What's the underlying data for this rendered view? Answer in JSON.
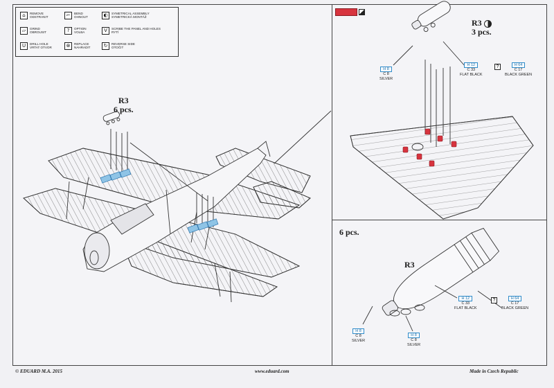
{
  "legend": {
    "items": [
      {
        "icon": "⌂",
        "line1": "REMOVE",
        "line2": "ODSTRANIT"
      },
      {
        "icon": "⌐",
        "line1": "BEND",
        "line2": "OHNOUT"
      },
      {
        "icon": "◐",
        "line1": "SYMETRICAL ASSEMBLY",
        "line2": "SYMETRICKÁ MONTÁŽ"
      },
      {
        "icon": "▱",
        "line1": "GRIND",
        "line2": "OBROUSIT"
      },
      {
        "icon": "?",
        "line1": "OPTION",
        "line2": "VOLBA"
      },
      {
        "icon": "V",
        "line1": "SCRIBE THE PANEL AND HOLES",
        "line2": "RYTÍ"
      },
      {
        "icon": "U",
        "line1": "DRILL HOLE",
        "line2": "VRTAT OTVOR"
      },
      {
        "icon": "⊗",
        "line1": "REPLACE",
        "line2": "NAHRADIT"
      },
      {
        "icon": "↻",
        "line1": "REVERSE SIDE",
        "line2": "OTOČIT"
      }
    ]
  },
  "left": {
    "part": "R3",
    "count": "6 pcs."
  },
  "top_right": {
    "part": "R3",
    "count": "3 pcs.",
    "paints": [
      {
        "code1": "H 8",
        "code2": "C 8",
        "name": "SILVER"
      },
      {
        "code1": "H 12",
        "code2": "C 33",
        "name": "FLAT BLACK"
      },
      {
        "code1": "H 64",
        "code2": "C 17",
        "name": "BLACK GREEN"
      }
    ],
    "option_mark": "?"
  },
  "bottom_right": {
    "count": "6 pcs.",
    "part": "R3",
    "paints": [
      {
        "code1": "H 8",
        "code2": "C 8",
        "name": "SILVER"
      },
      {
        "code1": "H 8",
        "code2": "C 8",
        "name": "SILVER"
      },
      {
        "code1": "H 12",
        "code2": "C 33",
        "name": "FLAT BLACK"
      },
      {
        "code1": "H 64",
        "code2": "C 17",
        "name": "BLACK GREEN"
      }
    ],
    "option_mark": "?"
  },
  "colors": {
    "red_part": "#d7343f",
    "blue_part": "#8fc4e6",
    "paint_box": "#2f8bc9"
  },
  "footer": {
    "left": "© EDUARD  M.A. 2015",
    "center": "www.eduard.com",
    "right": "Made in Czech Republic"
  }
}
